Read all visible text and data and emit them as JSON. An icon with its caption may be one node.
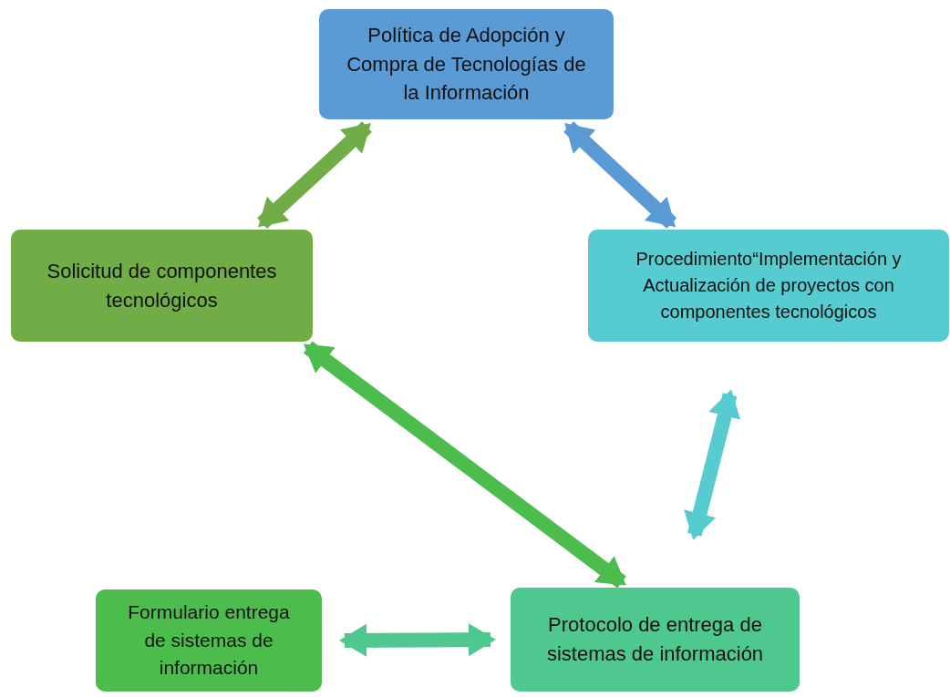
{
  "diagram": {
    "nodes": [
      {
        "text": [
          "Política de Adopción y Compra de Tecnologías de la Información"
        ]
      },
      {
        "text": [
          "Solicitud de componentes tecnológicos"
        ]
      },
      {
        "text": [
          "Procedimiento“Implementación y Actualización de proyectos con componentes tecnológicos"
        ]
      },
      {
        "text": [
          "Formulario entrega de sistemas de información"
        ]
      },
      {
        "text": [
          "Protocolo de entrega de sistemas de información"
        ]
      }
    ],
    "edges": [
      {
        "from": 0,
        "to": 1,
        "arrow": "both",
        "color": "#70ad47"
      },
      {
        "from": 0,
        "to": 2,
        "arrow": "both",
        "color": "#5b9bd5"
      },
      {
        "from": 1,
        "to": 4,
        "arrow": "both",
        "color": "#4cbc4c"
      },
      {
        "from": 2,
        "to": 4,
        "arrow": "both",
        "color": "#56cbd0"
      },
      {
        "from": 3,
        "to": 4,
        "arrow": "both",
        "color": "#4ec88f"
      }
    ]
  }
}
